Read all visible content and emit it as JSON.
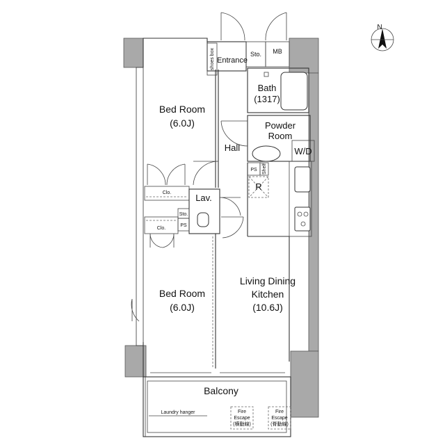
{
  "compass": {
    "label": "N",
    "icon": "north-arrow-icon"
  },
  "rooms": {
    "bedroom_upper": {
      "name": "Bed Room",
      "size": "(6.0J)"
    },
    "bedroom_lower": {
      "name": "Bed Room",
      "size": "(6.0J)"
    },
    "ldk": {
      "line1": "Living Dining",
      "line2": "Kitchen",
      "size": "(10.6J)"
    },
    "bath": {
      "name": "Bath",
      "size": "(1317)"
    },
    "powder": {
      "line1": "Powder",
      "line2": "Room"
    },
    "hall": "Hall",
    "lav": "Lav.",
    "entrance": "Entrance",
    "balcony": "Balcony"
  },
  "small_labels": {
    "shoes_box": "shoes box",
    "sto_top": "Sto.",
    "mb": "MB",
    "wd": "W/D",
    "ps_top": "PS",
    "shelf": "Shelf",
    "r": "R",
    "clo_upper": "Clo.",
    "clo_lower": "Clo.",
    "sto_mid": "Sto.",
    "ps_mid": "PS",
    "laundry_hanger": "Laundry hanger",
    "fire_escape_left": "Fire\nEscape\n(横動線)",
    "fire_escape_right": "Fire\nEscape\n(脊動線)"
  }
}
